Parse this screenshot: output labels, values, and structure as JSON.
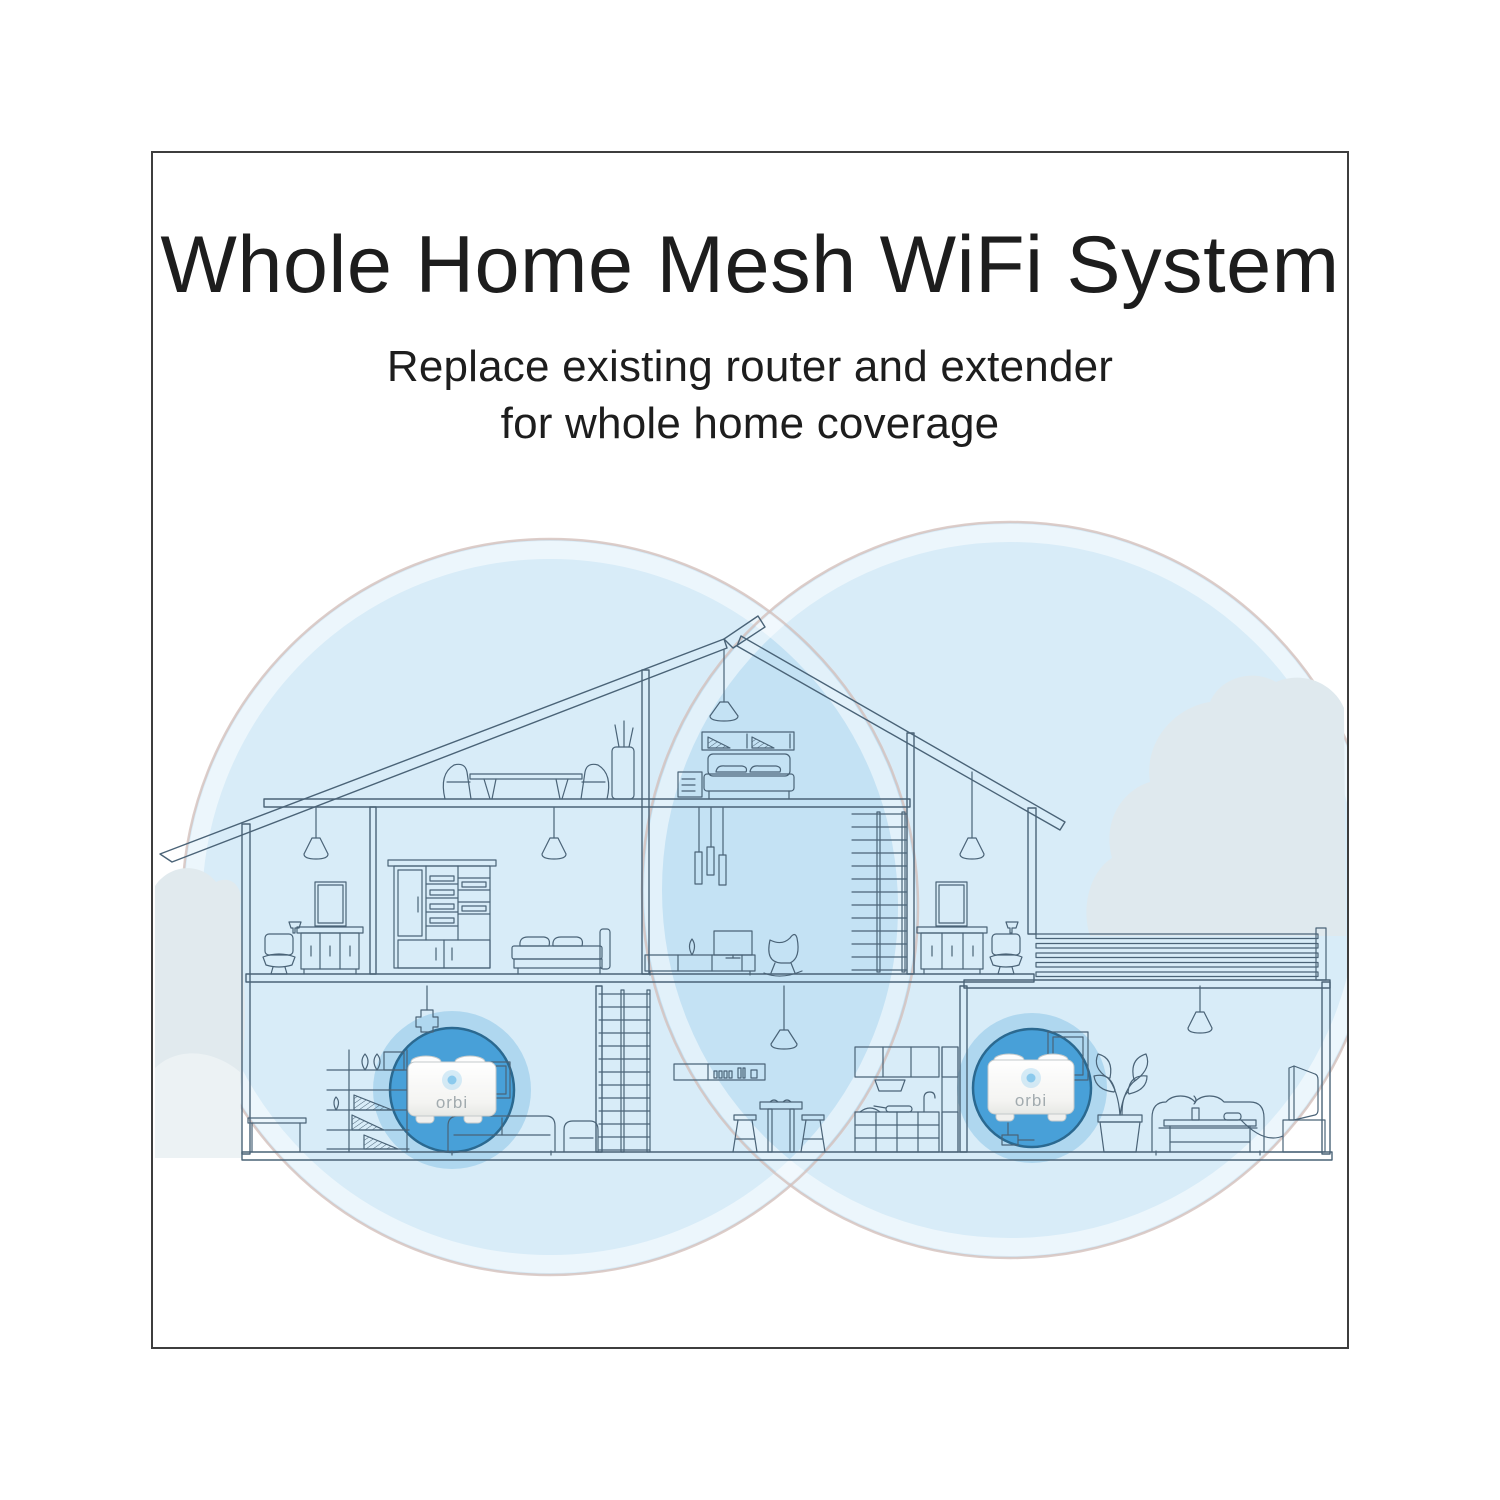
{
  "header": {
    "title": "Whole Home Mesh WiFi System",
    "subtitle_line1": "Replace existing router and extender",
    "subtitle_line2": "for whole home coverage"
  },
  "devices": {
    "router": {
      "label": "orbi"
    },
    "satellite": {
      "label": "orbi"
    }
  },
  "illustration": {
    "type": "house-cross-section-with-wifi-coverage",
    "coverage_circles_count": 2,
    "orbi_units_count": 2
  },
  "colors": {
    "frame_border": "#3d3d3d",
    "text": "#1d1d1d",
    "line_art": "#4a6377",
    "coverage_fill": "rgba(173,216,240,0.48)",
    "coverage_rim": "rgba(213,193,188,0.8)",
    "device_circle": "#48a0d8",
    "device_circle_rim": "#2b6990",
    "device_halo": "rgba(116,186,226,0.40)",
    "led": "#8ccaed",
    "orbi_label": "#a2abaf",
    "tree": "#dfe9ee"
  }
}
